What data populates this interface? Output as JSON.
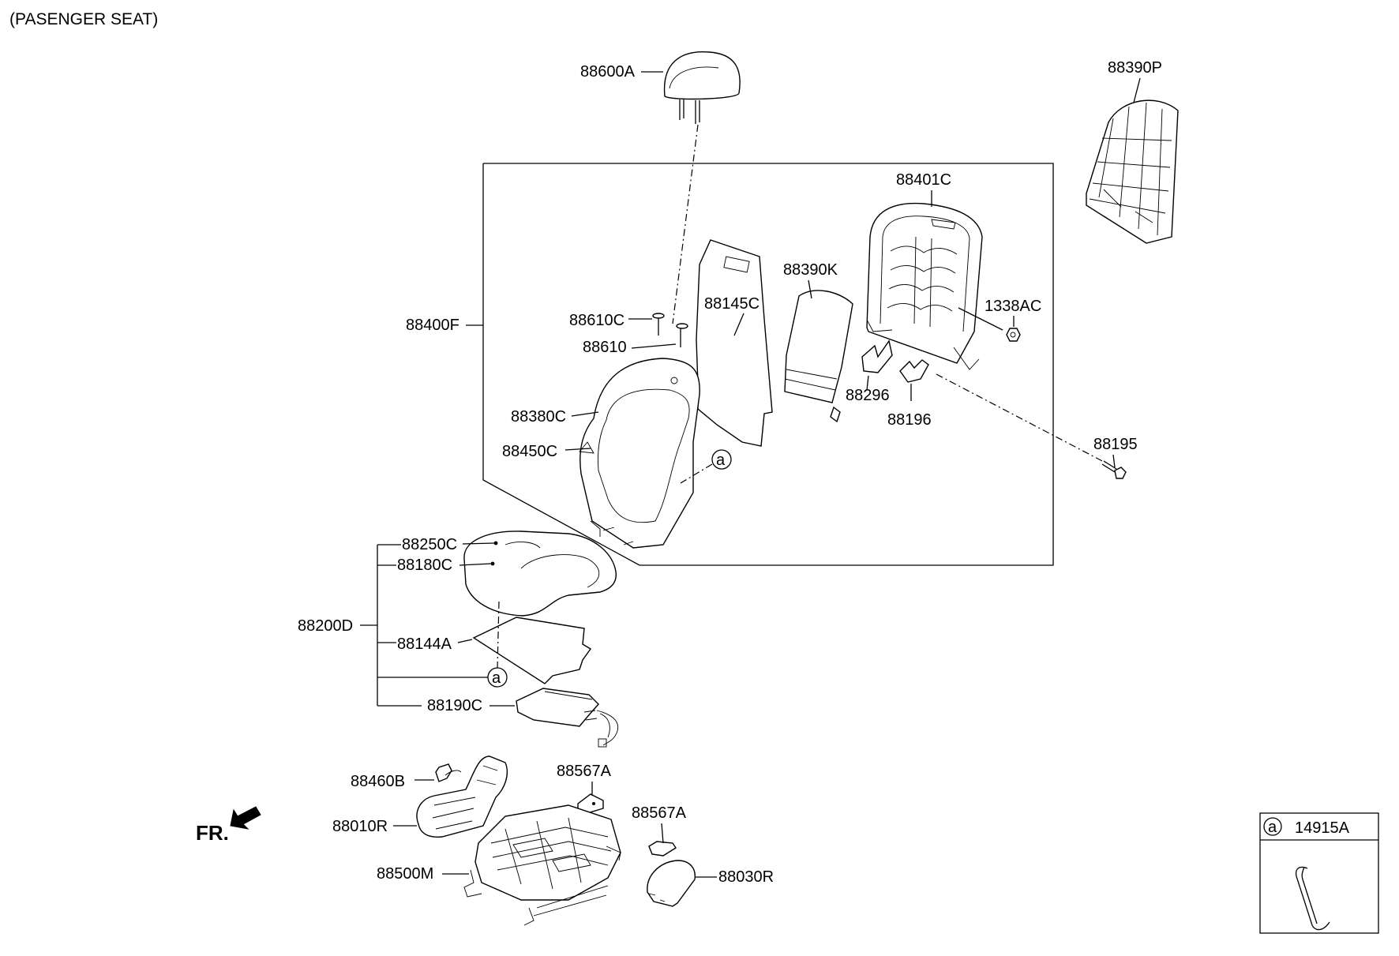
{
  "title": "(PASENGER SEAT)",
  "front_label": "FR.",
  "legend": {
    "marker": "a",
    "part": "14915A"
  },
  "labels": {
    "headrest": "88600A",
    "back_board": "88390P",
    "back_frame": "88401C",
    "back_pad": "88390K",
    "nut": "1338AC",
    "back_assy": "88400F",
    "pad_sheet": "88145C",
    "guide_c": "88610C",
    "guide": "88610",
    "back_cover": "88380C",
    "back_sub_cover": "88450C",
    "bracket_296": "88296",
    "bracket_196": "88196",
    "bolt": "88195",
    "marker_back": "a",
    "cushion_sub_cover": "88250C",
    "cushion_cover": "88180C",
    "cushion_assy": "88200D",
    "cushion_sheet": "88144A",
    "marker_cushion": "a",
    "heater": "88190C",
    "knob": "88460B",
    "shield": "88010R",
    "cap_upper": "88567A",
    "cap_lower": "88567A",
    "track": "88500M",
    "cover_rear": "88030R"
  }
}
